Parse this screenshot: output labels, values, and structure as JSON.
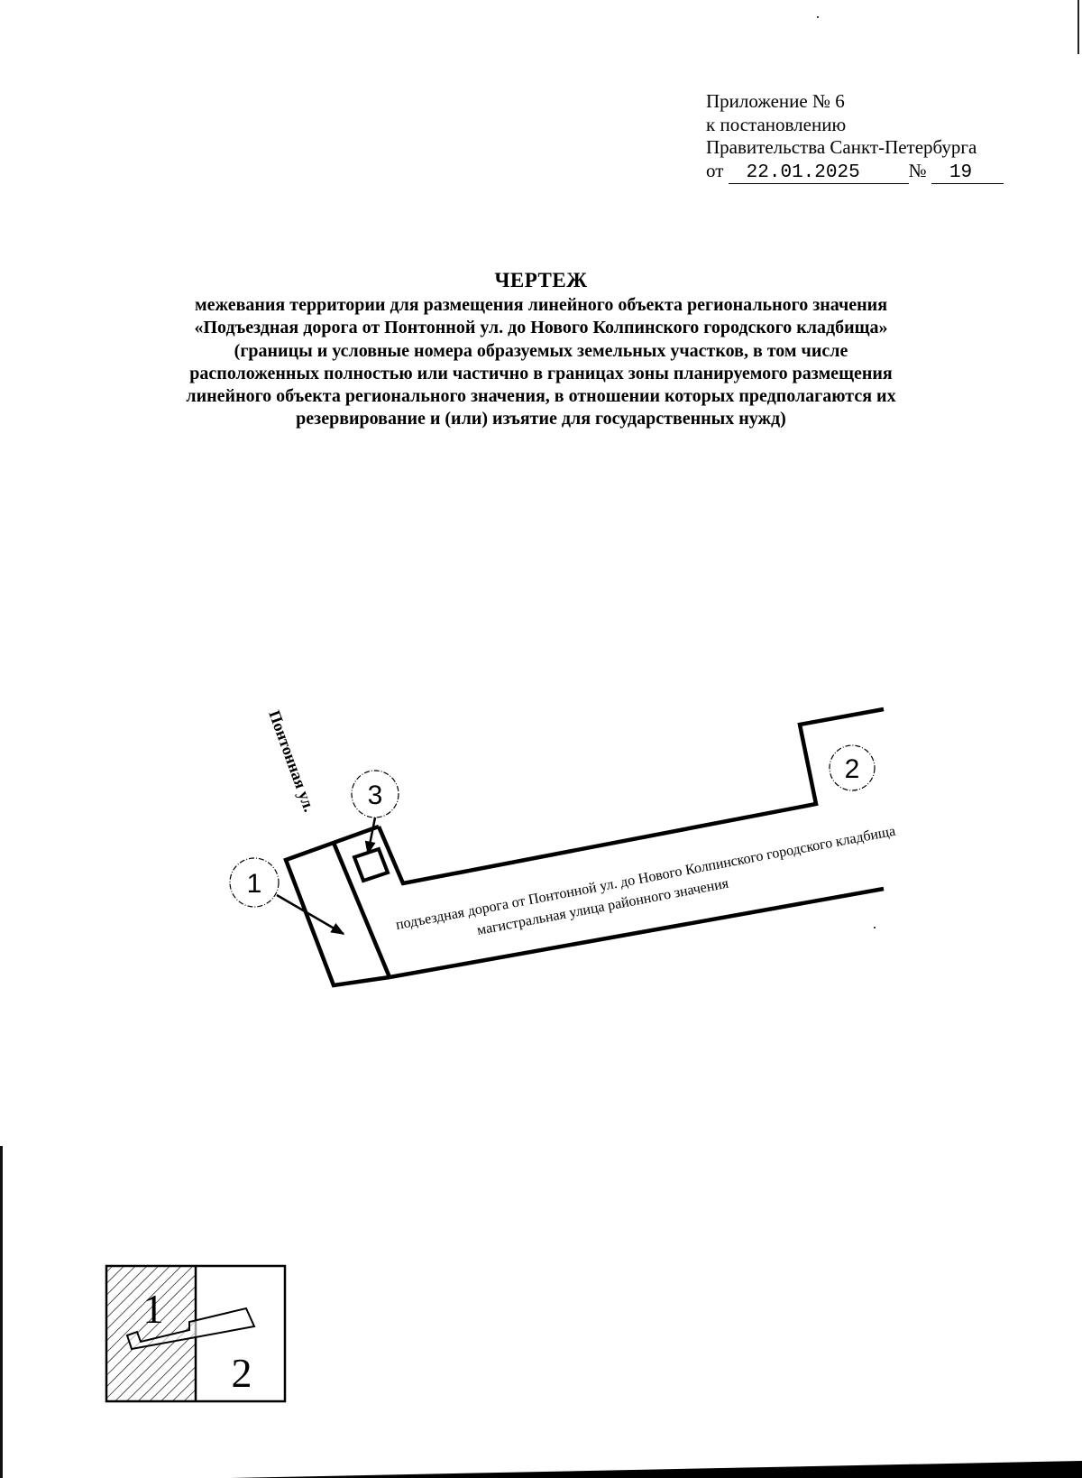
{
  "appendix": {
    "line1": "Приложение № 6",
    "line2": "к постановлению",
    "line3": "Правительства Санкт-Петербурга",
    "date_prefix": "от",
    "date": "22.01.2025",
    "number_prefix": "№",
    "number": "19"
  },
  "heading": {
    "title": "ЧЕРТЕЖ",
    "lines": [
      "межевания территории для размещения линейного объекта регионального значения",
      "«Подъездная дорога от Понтонной ул. до Нового Колпинского городского кладбища»",
      "(границы и условные номера образуемых земельных участков, в том числе",
      "расположенных полностью или частично в границах зоны планируемого размещения",
      "линейного объекта регионального значения, в отношении которых предполагаются их",
      "резервирование и (или) изъятие для государственных нужд)"
    ]
  },
  "drawing": {
    "street_label": "Понтонная ул.",
    "road_label_line1": "подъездная дорога от Понтонной ул. до Нового Колпинского городского кладбища",
    "road_label_line2": "магистральная улица районного значения",
    "callouts": [
      {
        "id": "1",
        "label": "1"
      },
      {
        "id": "2",
        "label": "2"
      },
      {
        "id": "3",
        "label": "3"
      }
    ]
  },
  "inset": {
    "sheet1": "1",
    "sheet2": "2"
  }
}
